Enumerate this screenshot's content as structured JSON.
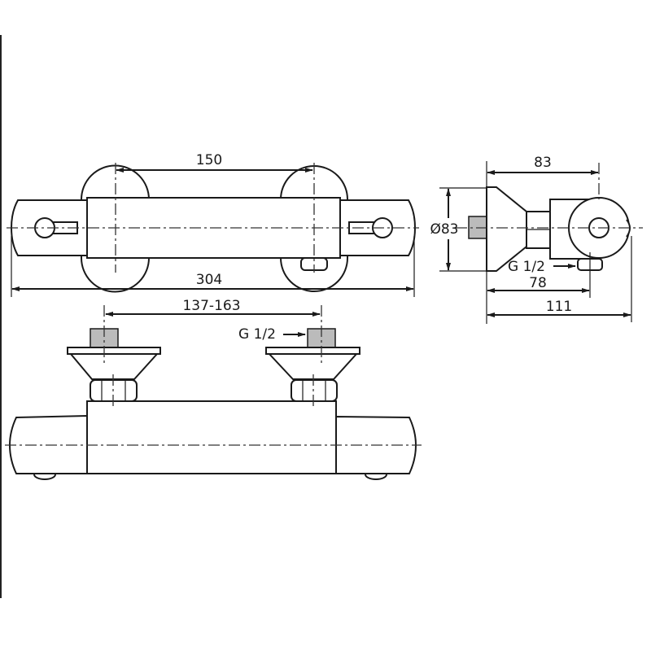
{
  "drawing": {
    "top_view": {
      "dim_mount_spacing": "150",
      "dim_overall_length": "304"
    },
    "side_view": {
      "dim_depth_to_axis": "83",
      "dim_plate_diameter": "Ø83",
      "thread_label": "G 1/2",
      "dim_outlet_depth": "78",
      "dim_total_depth": "111"
    },
    "front_view": {
      "dim_inlet_spacing": "137-163",
      "thread_label": "G 1/2"
    }
  }
}
